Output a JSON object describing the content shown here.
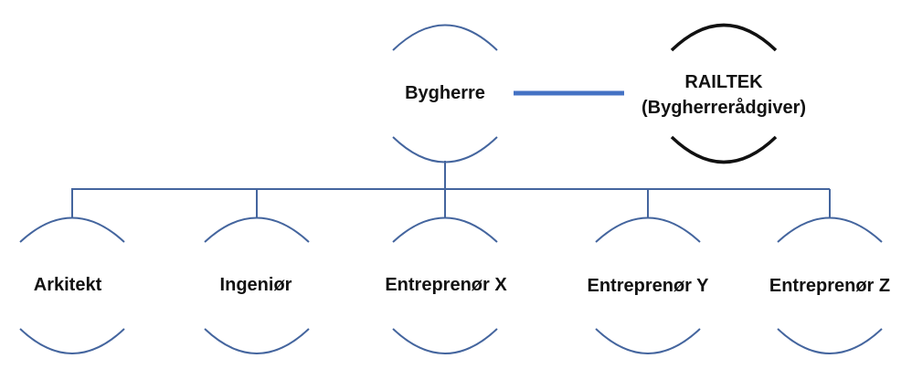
{
  "diagram": {
    "type": "org-chart",
    "colors": {
      "connector": "#44659e",
      "link": "#4472c4",
      "advisor_outline": "#111111",
      "text": "#111111"
    },
    "root": {
      "label": "Bygherre"
    },
    "advisor": {
      "line1": "RAILTEK",
      "line2": "(Bygherrerådgiver)"
    },
    "children": [
      {
        "label": "Arkitekt"
      },
      {
        "label": "Ingeniør"
      },
      {
        "label": "Entreprenør X"
      },
      {
        "label": "Entreprenør Y"
      },
      {
        "label": "Entreprenør Z"
      }
    ]
  }
}
